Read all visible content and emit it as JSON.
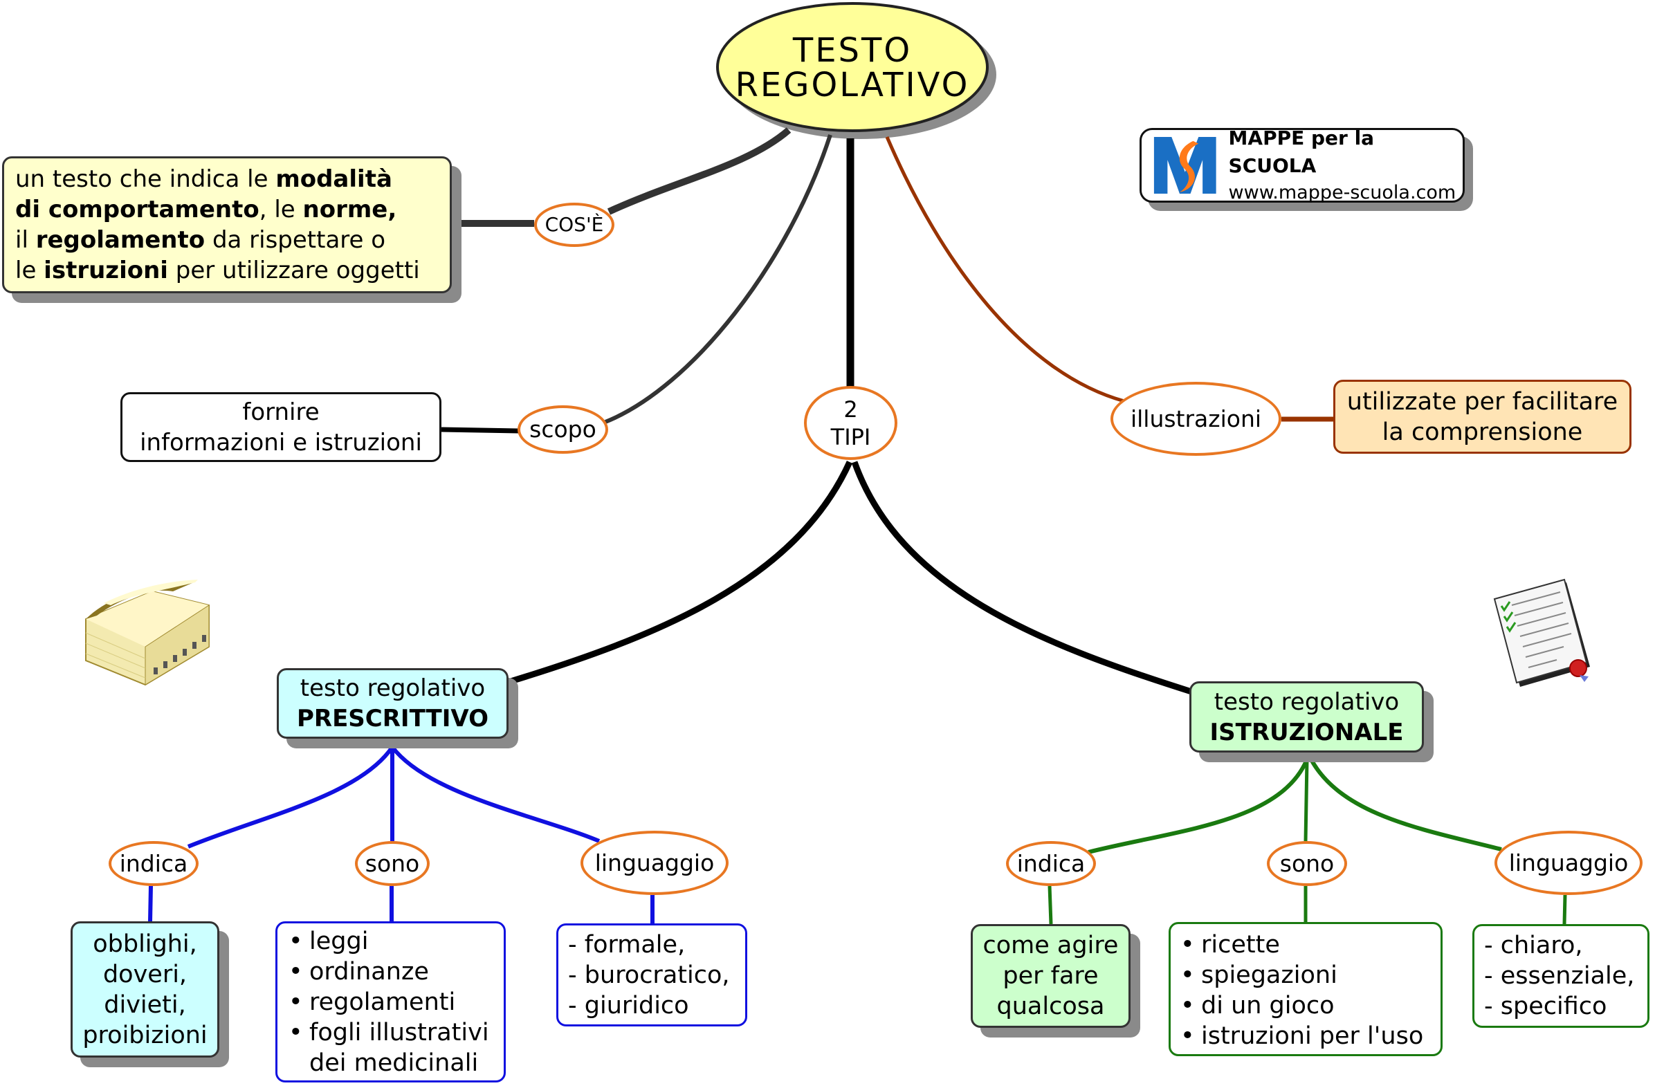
{
  "root": {
    "line1": "TESTO",
    "line2": "REGOLATIVO"
  },
  "logo": {
    "brand": "MAPPE per la SCUOLA",
    "url": "www.mappe-scuola.com"
  },
  "cose": {
    "link_label": "COS'È",
    "definition": [
      [
        {
          "t": "un testo che indica le ",
          "b": false
        },
        {
          "t": "modalità",
          "b": true
        }
      ],
      [
        {
          "t": "di comportamento",
          "b": true
        },
        {
          "t": ", le ",
          "b": false
        },
        {
          "t": "norme,",
          "b": true
        }
      ],
      [
        {
          "t": "il ",
          "b": false
        },
        {
          "t": "regolamento",
          "b": true
        },
        {
          "t": " da rispettare o",
          "b": false
        }
      ],
      [
        {
          "t": "le ",
          "b": false
        },
        {
          "t": "istruzioni",
          "b": true
        },
        {
          "t": " per utilizzare oggetti",
          "b": false
        }
      ]
    ]
  },
  "scopo": {
    "link_label": "scopo",
    "line1": "fornire",
    "line2": "informazioni e istruzioni"
  },
  "tipi": {
    "line1": "2",
    "line2": "TIPI"
  },
  "illustrazioni": {
    "link_label": "illustrazioni",
    "line1": "utilizzate per facilitare",
    "line2": "la comprensione"
  },
  "prescrittivo": {
    "line1": "testo regolativo",
    "line2": "PRESCRITTIVO",
    "indica": {
      "label": "indica",
      "lines": [
        "obblighi,",
        "doveri,",
        "divieti,",
        "proibizioni"
      ]
    },
    "sono": {
      "label": "sono",
      "bullet": "•",
      "items": [
        "leggi",
        "ordinanze",
        "regolamenti",
        "fogli illustrativi dei medicinali"
      ],
      "item4_line1": "fogli illustrativi",
      "item4_line2": "dei medicinali"
    },
    "linguaggio": {
      "label": "linguaggio",
      "items": [
        "- formale,",
        "- burocratico,",
        "- giuridico"
      ]
    }
  },
  "istruzionale": {
    "line1": "testo regolativo",
    "line2": "ISTRUZIONALE",
    "indica": {
      "label": "indica",
      "lines": [
        "come agire",
        "per fare",
        "qualcosa"
      ]
    },
    "sono": {
      "label": "sono",
      "bullet": "•",
      "items": [
        "ricette",
        "spiegazioni",
        "di un gioco",
        "istruzioni per l'uso"
      ]
    },
    "linguaggio": {
      "label": "linguaggio",
      "items": [
        "- chiaro,",
        "- essenziale,",
        "- specifico"
      ]
    }
  },
  "icons": {
    "left": "book-icon",
    "right": "checklist-document-icon"
  },
  "colors": {
    "root_fill": "#ffff99",
    "cose_fill": "#ffffcc",
    "illus_fill": "#ffe4b5",
    "prescr_fill": "#ccffff",
    "istruz_fill": "#ccffcc",
    "link_orange": "#e87722",
    "prescr_link": "#1010e0",
    "istruz_link": "#1a7a10",
    "illus_link": "#993300",
    "dark_link": "#333333"
  }
}
